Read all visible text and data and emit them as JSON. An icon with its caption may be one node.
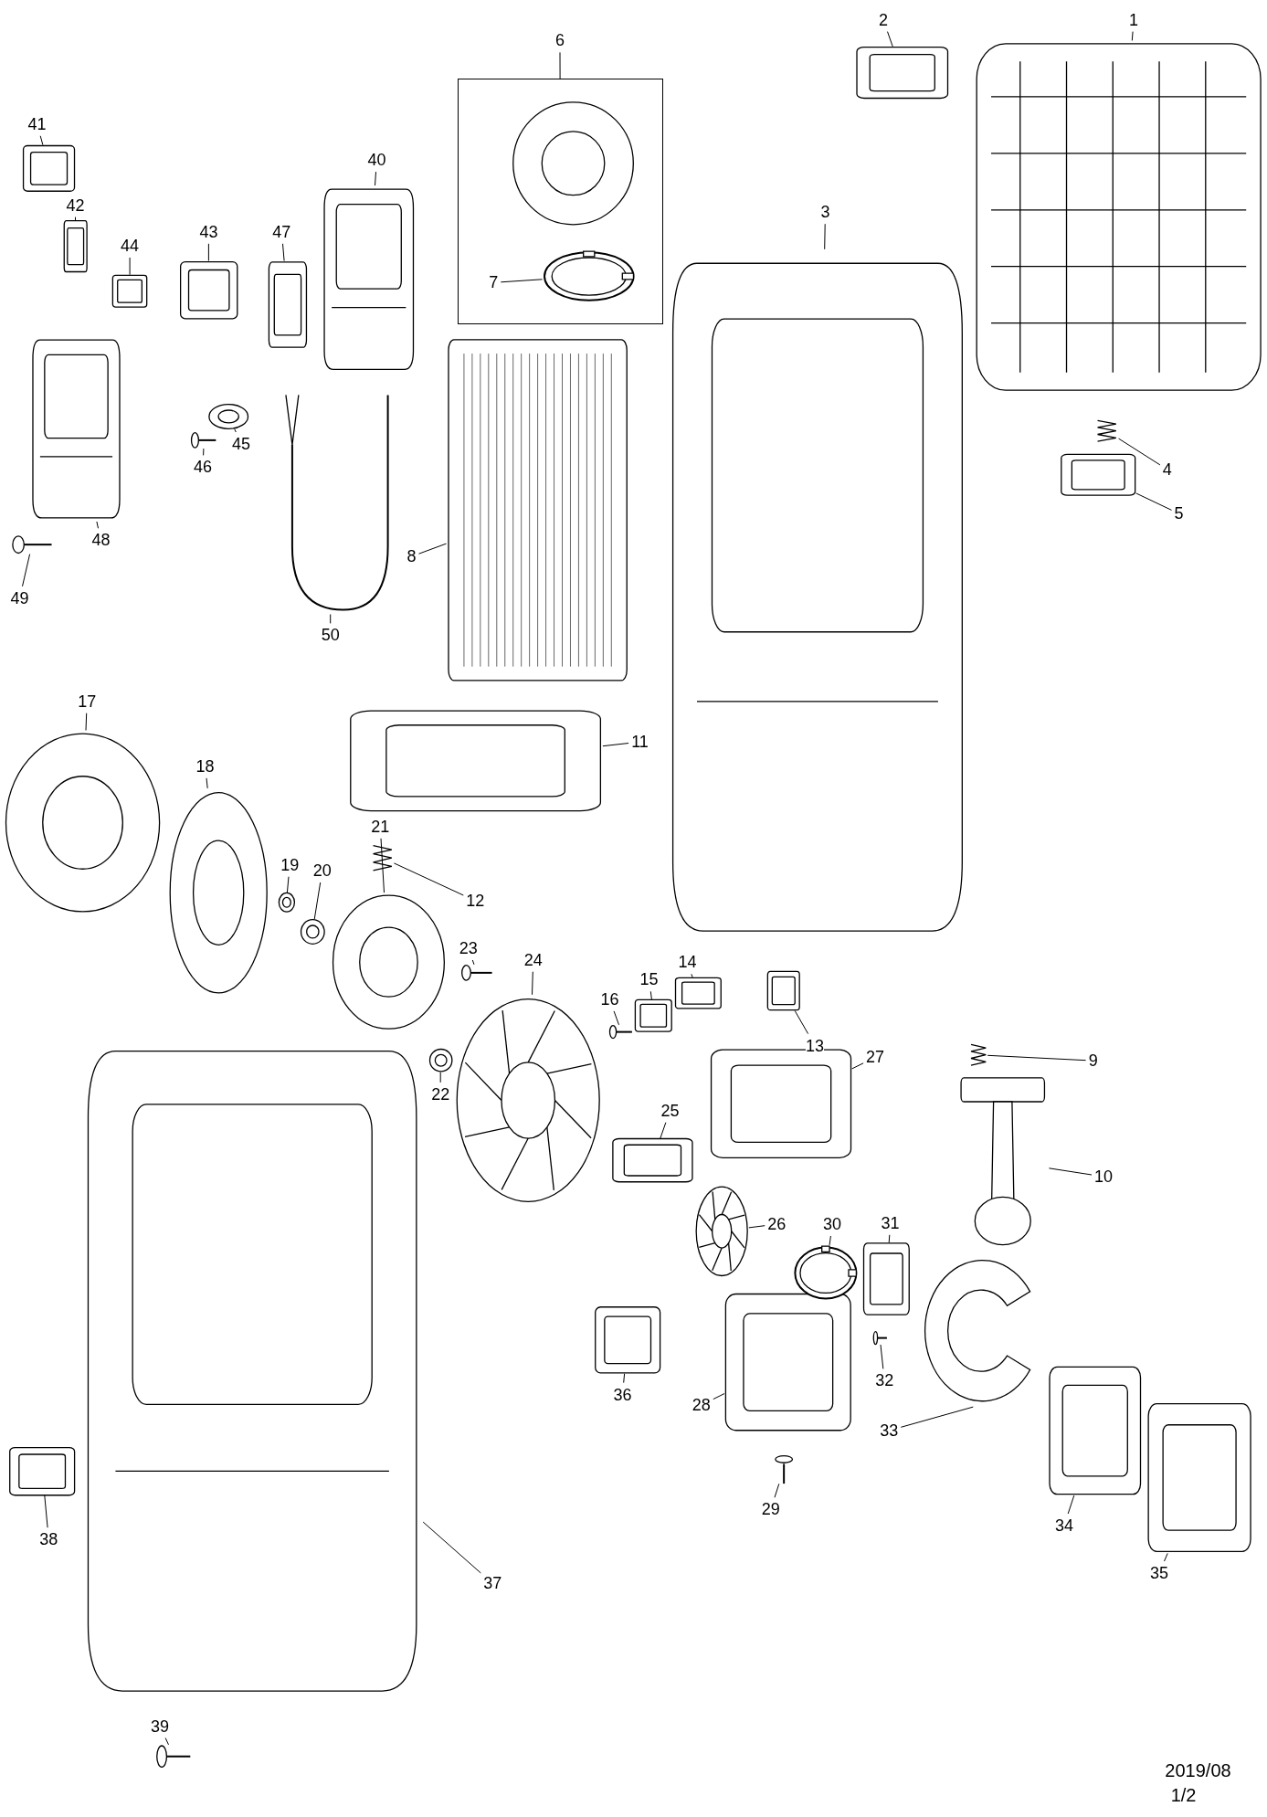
{
  "diagram": {
    "nodes": [
      {
        "text": [
          "1"
        ]
      },
      {
        "text": [
          "2"
        ]
      },
      {
        "text": [
          "3"
        ]
      },
      {
        "text": [
          "4"
        ]
      },
      {
        "text": [
          "5"
        ]
      },
      {
        "text": [
          "6"
        ]
      },
      {
        "text": [
          "7"
        ],
        "in": 50
      },
      {
        "text": [
          "8"
        ]
      },
      {
        "text": [
          "9"
        ]
      },
      {
        "text": [
          "10"
        ]
      },
      {
        "text": [
          "11"
        ]
      },
      {
        "text": [
          "12"
        ]
      },
      {
        "text": [
          "13"
        ]
      },
      {
        "text": [
          "14"
        ]
      },
      {
        "text": [
          "15"
        ]
      },
      {
        "text": [
          "16"
        ]
      },
      {
        "text": [
          "17"
        ]
      },
      {
        "text": [
          "18"
        ]
      },
      {
        "text": [
          "19"
        ]
      },
      {
        "text": [
          "20"
        ]
      },
      {
        "text": [
          "21"
        ]
      },
      {
        "text": [
          "22"
        ]
      },
      {
        "text": [
          "23"
        ]
      },
      {
        "text": [
          "24"
        ]
      },
      {
        "text": [
          "25"
        ]
      },
      {
        "text": [
          "26"
        ]
      },
      {
        "text": [
          "27"
        ]
      },
      {
        "text": [
          "28"
        ]
      },
      {
        "text": [
          "29"
        ]
      },
      {
        "text": [
          "30"
        ]
      },
      {
        "text": [
          "31"
        ]
      },
      {
        "text": [
          "32"
        ]
      },
      {
        "text": [
          "33"
        ]
      },
      {
        "text": [
          "34"
        ]
      },
      {
        "text": [
          "35"
        ]
      },
      {
        "text": [
          "36"
        ]
      },
      {
        "text": [
          "37"
        ]
      },
      {
        "text": [
          "38"
        ]
      },
      {
        "text": [
          "39"
        ]
      },
      {
        "text": [
          "40"
        ]
      },
      {
        "text": [
          "41"
        ]
      },
      {
        "text": [
          "42"
        ]
      },
      {
        "text": [
          "43"
        ]
      },
      {
        "text": [
          "44"
        ]
      },
      {
        "text": [
          "45"
        ]
      },
      {
        "text": [
          "46"
        ]
      },
      {
        "text": [
          "47"
        ]
      },
      {
        "text": [
          "48"
        ]
      },
      {
        "text": [
          "49"
        ]
      },
      {
        "text": [
          "50"
        ]
      },
      {
        "text": [],
        "shape": "box"
      },
      {
        "text": [],
        "shape": "picture"
      },
      {
        "text": [],
        "shape": "picture"
      },
      {
        "text": [],
        "shape": "picture"
      },
      {
        "text": [],
        "shape": "picture"
      },
      {
        "text": [],
        "shape": "picture"
      },
      {
        "text": [],
        "shape": "picture",
        "in": 50
      },
      {
        "text": [],
        "shape": "picture",
        "in": 50
      },
      {
        "text": [],
        "shape": "picture"
      },
      {
        "text": [],
        "shape": "picture"
      },
      {
        "text": [],
        "shape": "picture"
      },
      {
        "text": [],
        "shape": "picture"
      },
      {
        "text": [],
        "shape": "picture"
      },
      {
        "text": [],
        "shape": "picture"
      },
      {
        "text": [],
        "shape": "picture"
      },
      {
        "text": [],
        "shape": "picture"
      },
      {
        "text": [],
        "shape": "picture"
      },
      {
        "text": [],
        "shape": "picture"
      },
      {
        "text": [],
        "shape": "picture"
      },
      {
        "text": [],
        "shape": "picture"
      },
      {
        "text": [],
        "shape": "picture"
      },
      {
        "text": [],
        "shape": "picture"
      },
      {
        "text": [],
        "shape": "picture"
      },
      {
        "text": [],
        "shape": "picture"
      },
      {
        "text": [],
        "shape": "picture"
      },
      {
        "text": [],
        "shape": "picture"
      },
      {
        "text": [],
        "shape": "picture"
      },
      {
        "text": [],
        "shape": "picture"
      },
      {
        "text": [],
        "shape": "picture"
      },
      {
        "text": [],
        "shape": "picture"
      },
      {
        "text": [],
        "shape": "picture"
      },
      {
        "text": [],
        "shape": "picture"
      },
      {
        "text": [],
        "shape": "picture"
      },
      {
        "text": [],
        "shape": "picture"
      },
      {
        "text": [],
        "shape": "picture"
      },
      {
        "text": [],
        "shape": "picture"
      },
      {
        "text": [],
        "shape": "picture"
      },
      {
        "text": [],
        "shape": "picture"
      },
      {
        "text": [],
        "shape": "picture"
      },
      {
        "text": [],
        "shape": "picture"
      },
      {
        "text": [],
        "shape": "picture"
      },
      {
        "text": [],
        "shape": "picture"
      },
      {
        "text": [],
        "shape": "picture"
      },
      {
        "text": [],
        "shape": "picture"
      },
      {
        "text": [],
        "shape": "picture"
      },
      {
        "text": [],
        "shape": "picture"
      },
      {
        "text": [],
        "shape": "picture"
      },
      {
        "text": [],
        "shape": "picture"
      },
      {
        "text": [],
        "shape": "picture"
      },
      {
        "text": [],
        "shape": "picture"
      },
      {
        "text": [],
        "shape": "picture"
      }
    ],
    "edges": [
      {
        "from": 0,
        "to": 51,
        "arrow": "none"
      },
      {
        "from": 1,
        "to": 52,
        "arrow": "none"
      },
      {
        "from": 2,
        "to": 53,
        "arrow": "none"
      },
      {
        "from": 3,
        "to": 54,
        "arrow": "none"
      },
      {
        "from": 4,
        "to": 55,
        "arrow": "none"
      },
      {
        "from": 5,
        "to": 50,
        "arrow": "none"
      },
      {
        "from": 6,
        "to": 57,
        "arrow": "none"
      },
      {
        "from": 7,
        "to": 58,
        "arrow": "none"
      },
      {
        "from": 8,
        "to": 59,
        "arrow": "none"
      },
      {
        "from": 9,
        "to": 60,
        "arrow": "none"
      },
      {
        "from": 10,
        "to": 61,
        "arrow": "none"
      },
      {
        "from": 11,
        "to": 62,
        "arrow": "none"
      },
      {
        "from": 12,
        "to": 63,
        "arrow": "none"
      },
      {
        "from": 13,
        "to": 64,
        "arrow": "none"
      },
      {
        "from": 14,
        "to": 65,
        "arrow": "none"
      },
      {
        "from": 15,
        "to": 66,
        "arrow": "none"
      },
      {
        "from": 16,
        "to": 67,
        "arrow": "none"
      },
      {
        "from": 17,
        "to": 68,
        "arrow": "none"
      },
      {
        "from": 18,
        "to": 69,
        "arrow": "none"
      },
      {
        "from": 19,
        "to": 70,
        "arrow": "none"
      },
      {
        "from": 20,
        "to": 71,
        "arrow": "none"
      },
      {
        "from": 21,
        "to": 72,
        "arrow": "none"
      },
      {
        "from": 22,
        "to": 73,
        "arrow": "none"
      },
      {
        "from": 23,
        "to": 74,
        "arrow": "none"
      },
      {
        "from": 24,
        "to": 75,
        "arrow": "none"
      },
      {
        "from": 25,
        "to": 76,
        "arrow": "none"
      },
      {
        "from": 26,
        "to": 77,
        "arrow": "none"
      },
      {
        "from": 27,
        "to": 78,
        "arrow": "none"
      },
      {
        "from": 28,
        "to": 79,
        "arrow": "none"
      },
      {
        "from": 29,
        "to": 80,
        "arrow": "none"
      },
      {
        "from": 30,
        "to": 81,
        "arrow": "none"
      },
      {
        "from": 31,
        "to": 82,
        "arrow": "none"
      },
      {
        "from": 32,
        "to": 83,
        "arrow": "none"
      },
      {
        "from": 33,
        "to": 84,
        "arrow": "none"
      },
      {
        "from": 34,
        "to": 85,
        "arrow": "none"
      },
      {
        "from": 35,
        "to": 86,
        "arrow": "none"
      },
      {
        "from": 36,
        "to": 87,
        "arrow": "none"
      },
      {
        "from": 37,
        "to": 88,
        "arrow": "none"
      },
      {
        "from": 38,
        "to": 89,
        "arrow": "none"
      },
      {
        "from": 39,
        "to": 90,
        "arrow": "none"
      },
      {
        "from": 40,
        "to": 91,
        "arrow": "none"
      },
      {
        "from": 41,
        "to": 92,
        "arrow": "none"
      },
      {
        "from": 42,
        "to": 93,
        "arrow": "none"
      },
      {
        "from": 43,
        "to": 94,
        "arrow": "none"
      },
      {
        "from": 44,
        "to": 95,
        "arrow": "none"
      },
      {
        "from": 45,
        "to": 96,
        "arrow": "none"
      },
      {
        "from": 46,
        "to": 97,
        "arrow": "none"
      },
      {
        "from": 47,
        "to": 98,
        "arrow": "none"
      },
      {
        "from": 48,
        "to": 99,
        "arrow": "none"
      },
      {
        "from": 49,
        "to": 100,
        "arrow": "none"
      }
    ],
    "labels": [
      "2019/08",
      "1/2"
    ]
  }
}
